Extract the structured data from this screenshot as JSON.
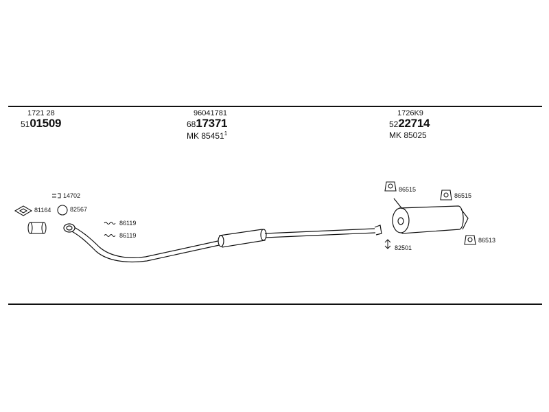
{
  "colors": {
    "line": "#111111",
    "background": "#ffffff"
  },
  "sections": {
    "front": {
      "original_number": "1721 28",
      "prefix": "51",
      "part": "01509"
    },
    "middle": {
      "original_number": "96041781",
      "prefix": "68",
      "part": "17371",
      "mk_label": "MK  85451",
      "mk_sup": "1"
    },
    "rear": {
      "original_number": "1726K9",
      "prefix": "52",
      "part": "22714",
      "mk_label": "MK  85025"
    }
  },
  "parts": {
    "p14702": "14702",
    "p81164": "81164",
    "p82567": "82567",
    "p86119a": "86119",
    "p86119b": "86119",
    "p86515a": "86515",
    "p86515b": "86515",
    "p86513": "86513",
    "p82501": "82501"
  }
}
